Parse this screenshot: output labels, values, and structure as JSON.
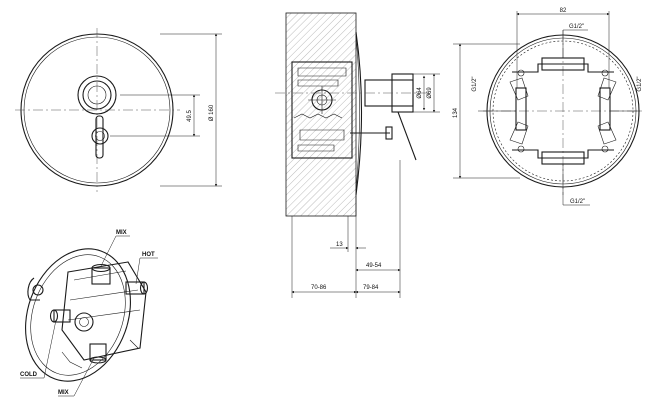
{
  "dimensions": {
    "front_height": "Ø 160",
    "front_offset": "49.5",
    "wall_13": "13",
    "wall_49_54": "49-54",
    "wall_70_86": "70-86",
    "wall_79_84": "79-84",
    "side_064": "Ø64",
    "side_069": "Ø69",
    "body_width": "82",
    "body_height": "134",
    "port_top": "G1/2\"",
    "port_bottom": "G1/2\"",
    "port_left": "G1/2\"",
    "port_right": "G1/2\""
  },
  "labels": {
    "mix_top": "MIX",
    "hot": "HOT",
    "cold": "COLD",
    "mix_bottom": "MIX"
  }
}
